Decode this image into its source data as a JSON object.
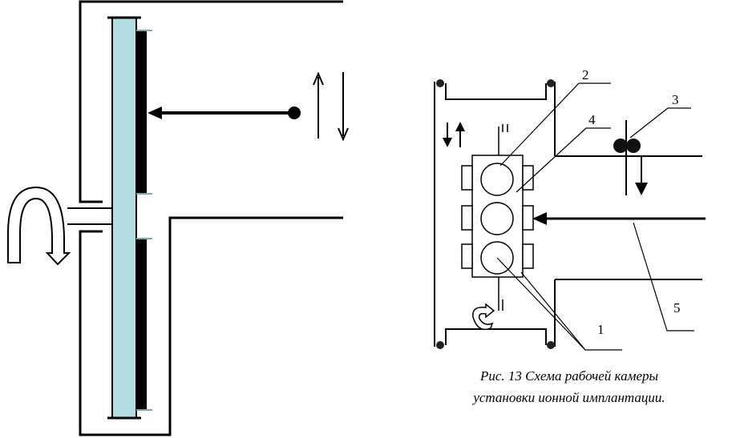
{
  "figure": {
    "callouts": [
      "2",
      "4",
      "3",
      "1",
      "5"
    ],
    "caption_line1": "Рис.     13 Схема рабочей камеры",
    "caption_line2": "установки ионной имплантации.",
    "colors": {
      "plate": "#b3dde1",
      "line": "#000000"
    }
  }
}
